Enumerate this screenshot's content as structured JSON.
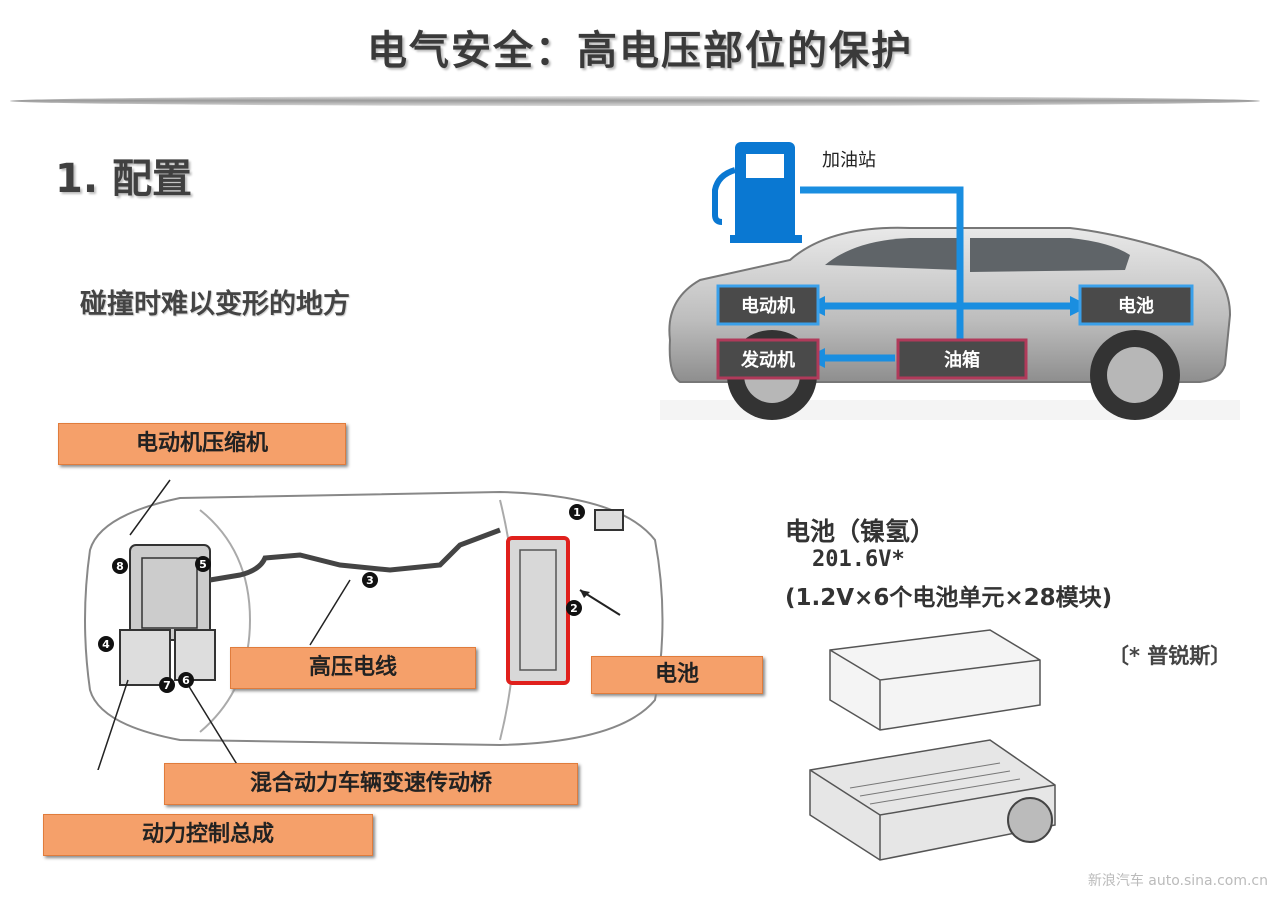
{
  "title": "电气安全：高电压部位的保护",
  "section": "1. 配置",
  "subtitle": "碰撞时难以变形的地方",
  "car_diagram": {
    "station_label": "加油站",
    "motor": "电动机",
    "battery": "电池",
    "engine": "发动机",
    "fuel_tank": "油箱"
  },
  "labels": {
    "motor_compressor": "电动机压缩机",
    "hv_cable": "高压电线",
    "battery": "电池",
    "transaxle": "混合动力车辆变速传动桥",
    "pcu": "动力控制总成"
  },
  "markers": [
    "1",
    "2",
    "3",
    "4",
    "5",
    "6",
    "7",
    "8"
  ],
  "battery_info": {
    "title": "电池（镍氢）",
    "voltage": "201.6V*",
    "spec": "(1.2V×6个电池单元×28模块)",
    "note": "〔* 普锐斯〕"
  },
  "watermark": "新浪汽车 auto.sina.com.cn",
  "colors": {
    "label_orange": "#f5a06a",
    "flow_blue": "#1a8ee0",
    "pump_blue": "#0a78d2",
    "battery_red": "#e0201c"
  }
}
